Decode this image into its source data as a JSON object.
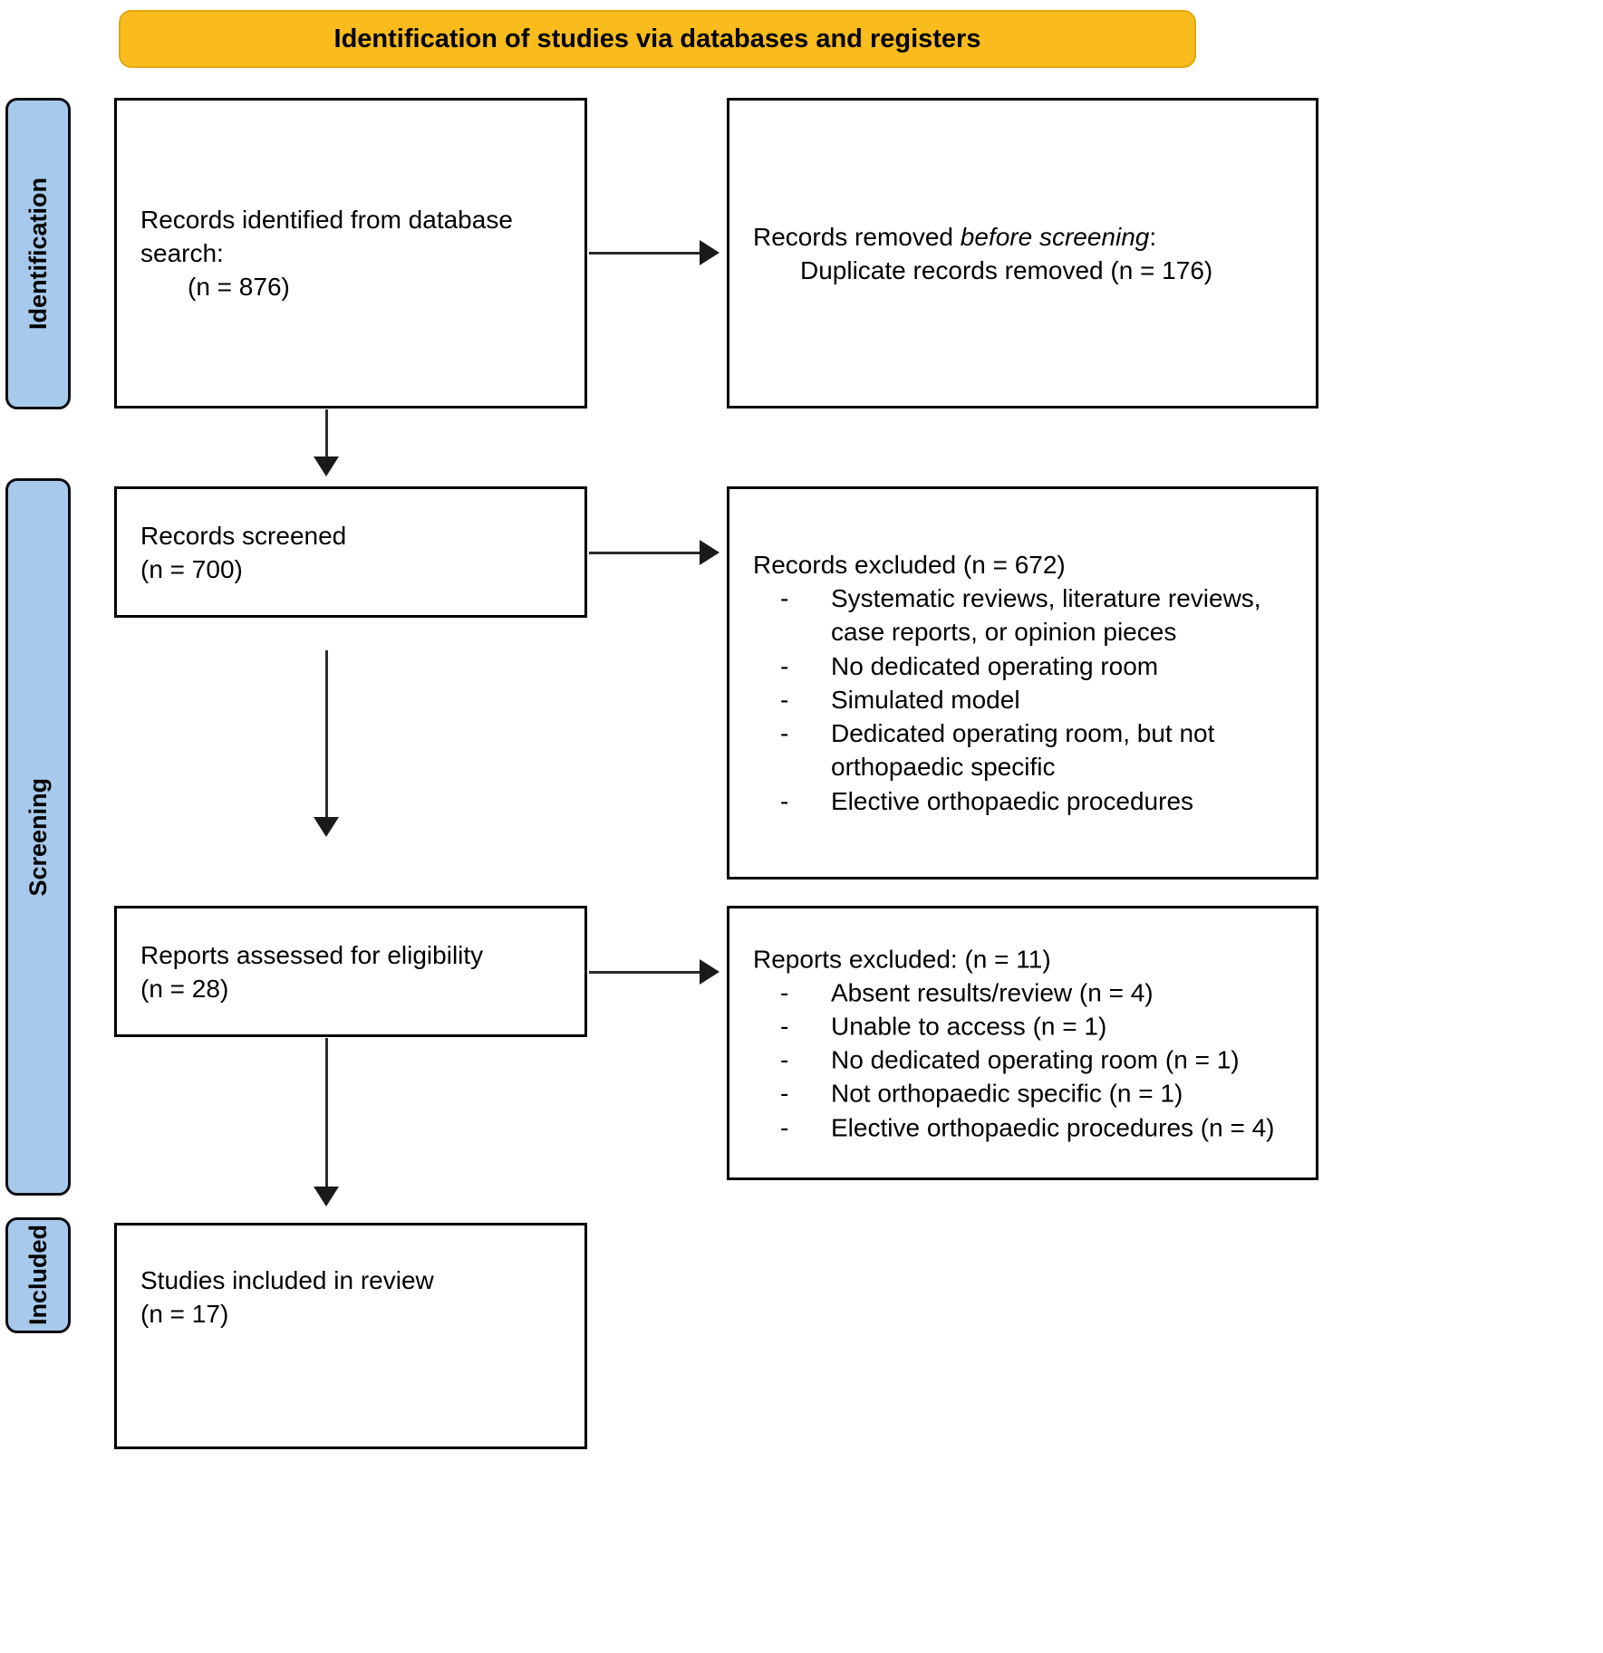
{
  "banner": {
    "title": "Identification of studies via databases and registers"
  },
  "phases": [
    {
      "key": "identification",
      "label": "Identification"
    },
    {
      "key": "screening",
      "label": "Screening"
    },
    {
      "key": "included",
      "label": "Included"
    }
  ],
  "boxes": {
    "records_identified": {
      "line1": "Records identified from database",
      "line2": "search:",
      "line3": "(n = 876)"
    },
    "records_removed": {
      "line1_a": "Records removed ",
      "line1_b": "before screening",
      "line1_c": ":",
      "line2": "Duplicate records removed (n = 176)"
    },
    "records_screened": {
      "line1": "Records screened",
      "line2": "(n = 700)"
    },
    "records_excluded": {
      "heading": "Records excluded (n = 672)",
      "dash": "-",
      "items": [
        "Systematic reviews, literature reviews, case reports, or opinion pieces",
        "No dedicated operating room",
        "Simulated model",
        "Dedicated operating room, but not orthopaedic specific",
        "Elective orthopaedic procedures"
      ]
    },
    "reports_assessed": {
      "line1": "Reports assessed for eligibility",
      "line2": "(n = 28)"
    },
    "reports_excluded": {
      "heading": "Reports excluded: (n = 11)",
      "dash": "-",
      "items": [
        "Absent results/review (n = 4)",
        "Unable to access (n = 1)",
        "No dedicated operating room (n = 1)",
        "Not orthopaedic specific (n = 1)",
        "Elective orthopaedic procedures (n = 4)"
      ]
    },
    "studies_included": {
      "line1": "Studies included in review",
      "line2": "(n = 17)"
    }
  },
  "colors": {
    "banner_fill": "#FABC1C",
    "phase_fill": "#A7CAEC",
    "box_border": "#000000",
    "arrow": "#1a1a1a",
    "text": "#000000"
  }
}
